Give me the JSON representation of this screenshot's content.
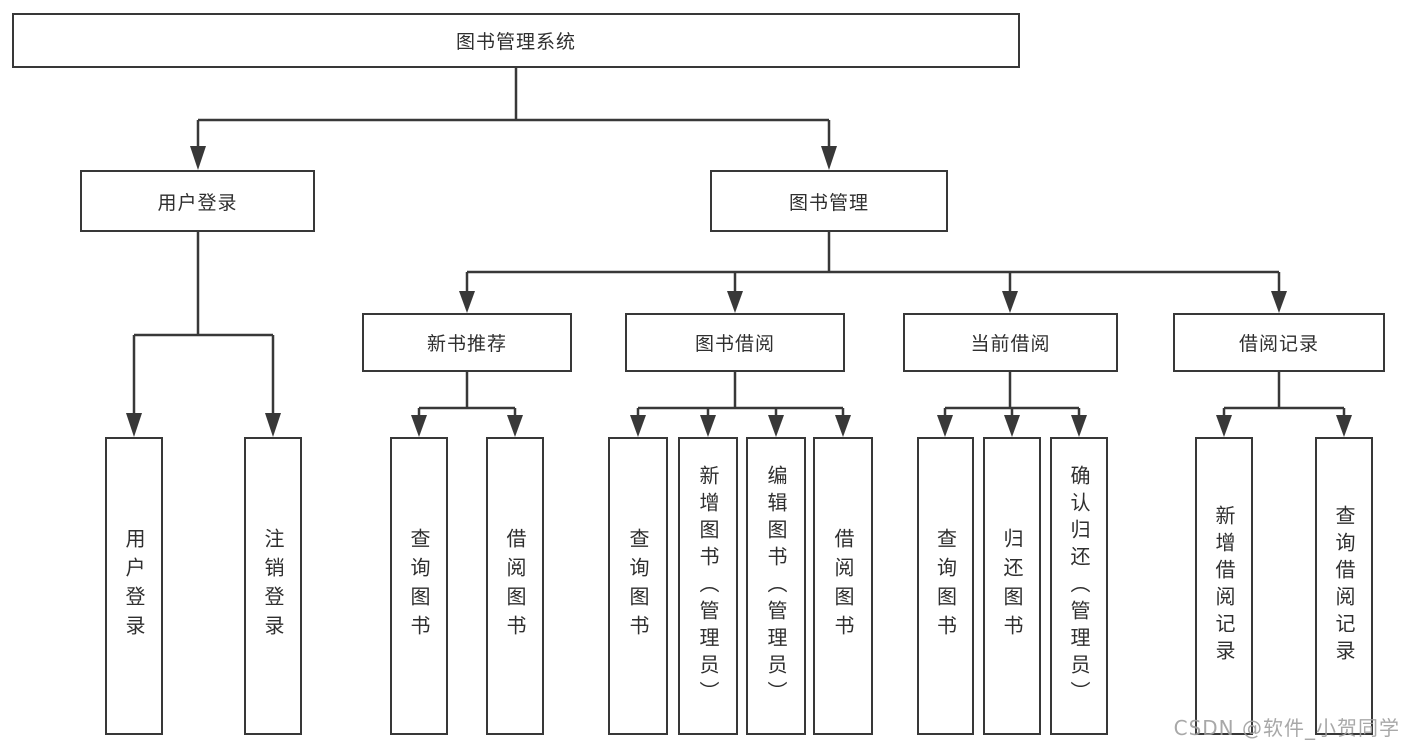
{
  "diagram_title": "图书管理系统",
  "tree": {
    "root": "图书管理系统",
    "children": [
      {
        "label": "用户登录",
        "children": [
          "用户登录",
          "注销登录"
        ]
      },
      {
        "label": "图书管理",
        "children": [
          {
            "label": "新书推荐",
            "children": [
              "查询图书",
              "借阅图书"
            ]
          },
          {
            "label": "图书借阅",
            "children": [
              "查询图书",
              "新增图书（管理员）",
              "编辑图书（管理员）",
              "借阅图书"
            ]
          },
          {
            "label": "当前借阅",
            "children": [
              "查询图书",
              "归还图书",
              "确认归还（管理员）"
            ]
          },
          {
            "label": "借阅记录",
            "children": [
              "新增借阅记录",
              "查询借阅记录"
            ]
          }
        ]
      }
    ]
  },
  "watermark": "CSDN @软件_小贺同学",
  "colors": {
    "line": "#383838",
    "box_border": "#383838",
    "box_fill": "#ffffff",
    "text": "#2f2f2f",
    "background": "#ffffff",
    "watermark": "#9e9e9e"
  }
}
